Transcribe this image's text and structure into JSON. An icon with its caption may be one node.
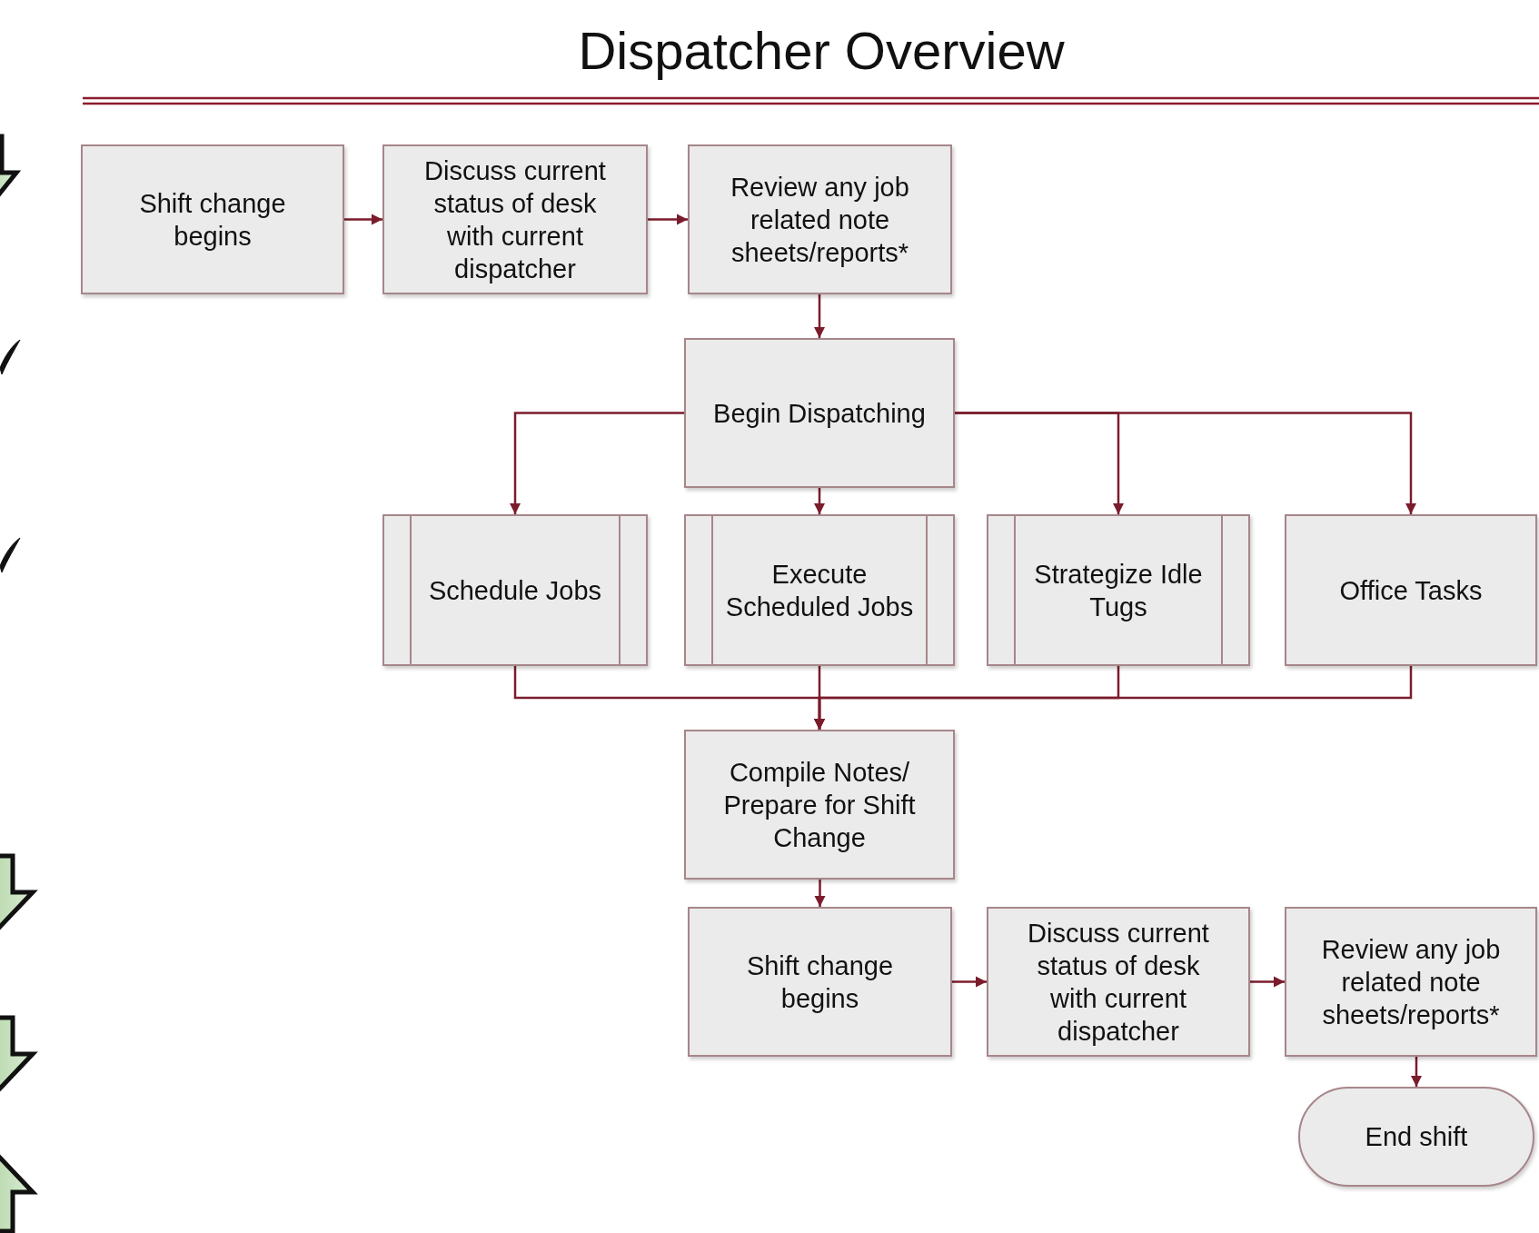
{
  "diagram": {
    "title": "Dispatcher Overview",
    "nodes": [
      {
        "text": [
          "Shift change begins"
        ]
      },
      {
        "text": [
          "Discuss current status of desk with current dispatcher"
        ]
      },
      {
        "text": [
          "Review any job related note sheets/reports*"
        ]
      },
      {
        "text": [
          "Begin Dispatching"
        ]
      },
      {
        "text": [
          "Schedule Jobs"
        ]
      },
      {
        "text": [
          "Execute Scheduled Jobs"
        ]
      },
      {
        "text": [
          "Strategize Idle Tugs"
        ]
      },
      {
        "text": [
          "Office Tasks"
        ]
      },
      {
        "text": [
          "Compile Notes/ Prepare for Shift Change"
        ]
      },
      {
        "text": [
          "Shift change begins"
        ]
      },
      {
        "text": [
          "Discuss current status of desk with current dispatcher"
        ]
      },
      {
        "text": [
          "Review any job related note sheets/reports*"
        ]
      },
      {
        "text": [
          "End shift"
        ]
      }
    ],
    "edges": [
      {
        "from": 0,
        "to": 1,
        "arrow": "to"
      },
      {
        "from": 1,
        "to": 2,
        "arrow": "to"
      },
      {
        "from": 2,
        "to": 3,
        "arrow": "to"
      },
      {
        "from": 3,
        "to": 4,
        "arrow": "to"
      },
      {
        "from": 3,
        "to": 5,
        "arrow": "to"
      },
      {
        "from": 3,
        "to": 6,
        "arrow": "to"
      },
      {
        "from": 3,
        "to": 7,
        "arrow": "to"
      },
      {
        "from": 4,
        "to": 8,
        "arrow": "to"
      },
      {
        "from": 5,
        "to": 8,
        "arrow": "to"
      },
      {
        "from": 6,
        "to": 8,
        "arrow": "to"
      },
      {
        "from": 7,
        "to": 8,
        "arrow": "to"
      },
      {
        "from": 8,
        "to": 9,
        "arrow": "to"
      },
      {
        "from": 9,
        "to": 10,
        "arrow": "to"
      },
      {
        "from": 10,
        "to": 11,
        "arrow": "to"
      },
      {
        "from": 11,
        "to": 12,
        "arrow": "to"
      }
    ]
  }
}
